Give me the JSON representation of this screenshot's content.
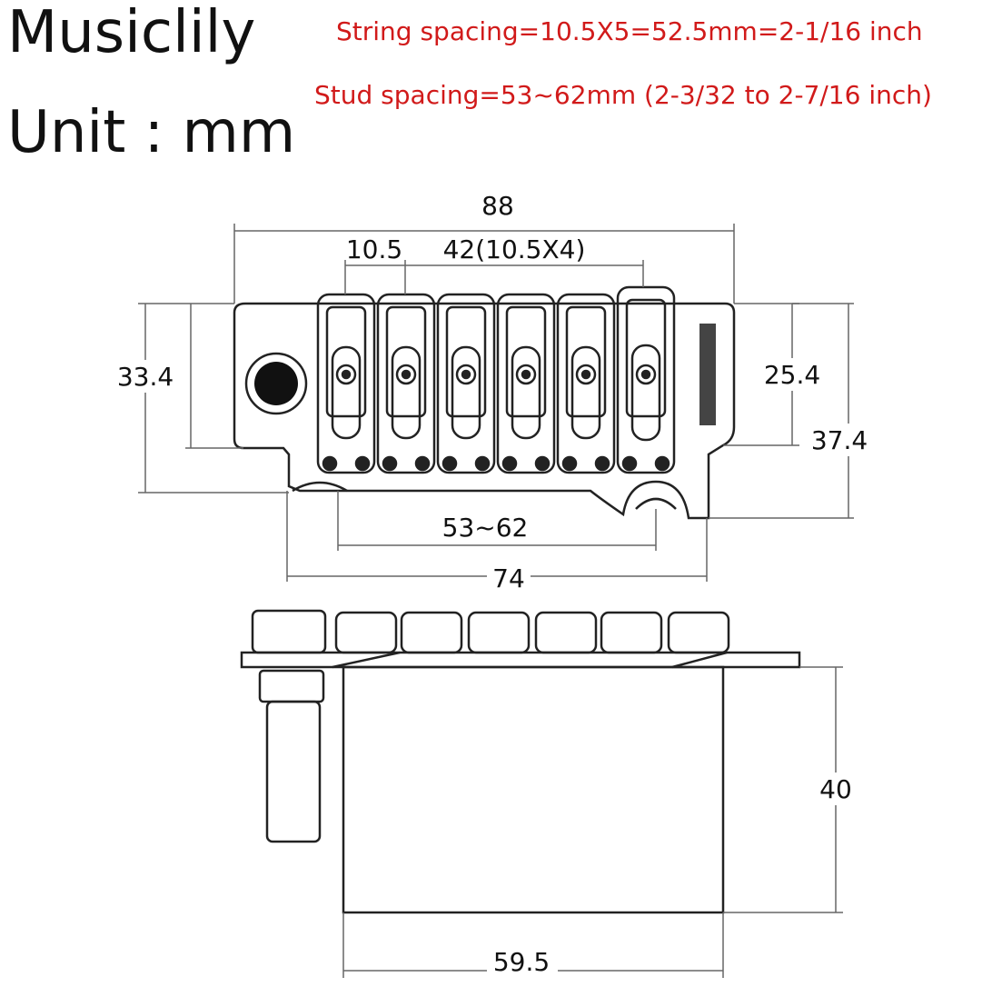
{
  "header": {
    "brand": "Musiclily",
    "unit": "Unit : mm",
    "string_spacing": "String spacing=10.5X5=52.5mm=2-1/16 inch",
    "stud_spacing": "Stud spacing=53~62mm (2-3/32 to 2-7/16 inch)"
  },
  "dimensions": {
    "overall_width": "88",
    "saddle_spacing": "10.5",
    "saddle_span": "42(10.5X4)",
    "base_height": "33.4",
    "plate_height": "25.4",
    "total_depth": "37.4",
    "stud_spacing": "53~62",
    "plate_width": "74",
    "block_height": "40",
    "block_width": "59.5"
  },
  "colors": {
    "spec_text": "#d11a1a",
    "line": "#222222",
    "dim_line": "#666666"
  }
}
